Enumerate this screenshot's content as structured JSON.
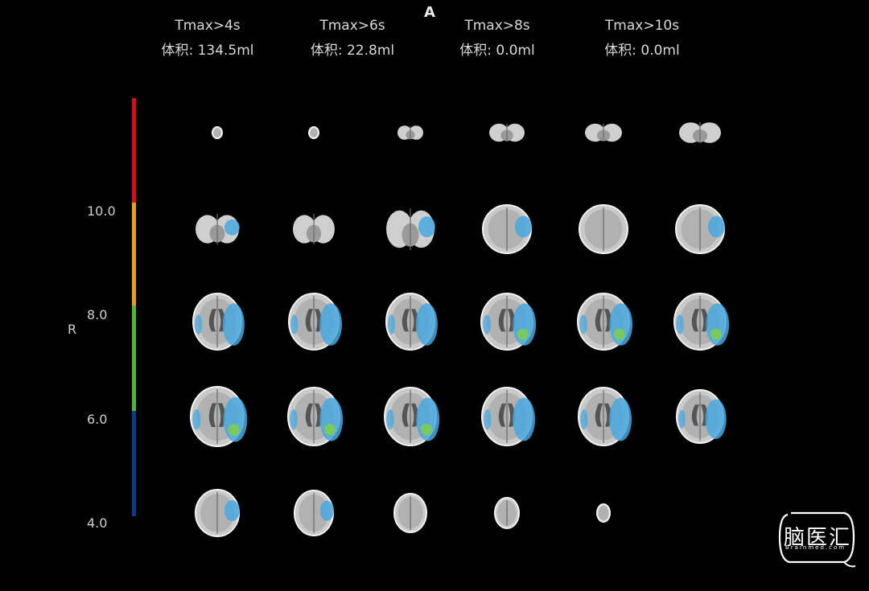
{
  "header": {
    "orientation_label": "A",
    "thresholds": [
      {
        "label": "Tmax>4s",
        "volume": "体积: 134.5ml"
      },
      {
        "label": "Tmax>6s",
        "volume": "体积: 22.8ml"
      },
      {
        "label": "Tmax>8s",
        "volume": "体积: 0.0ml"
      },
      {
        "label": "Tmax>10s",
        "volume": "体积: 0.0ml"
      }
    ]
  },
  "color_scale": {
    "ticks": [
      "10.0",
      "8.0",
      "6.0",
      "4.0"
    ],
    "segments": [
      {
        "color": "#d60f18"
      },
      {
        "color": "#e5a01c"
      },
      {
        "color": "#51b43a"
      },
      {
        "color": "#0e3a86"
      }
    ]
  },
  "side_label": "R",
  "slices": {
    "rows": 5,
    "columns": 6,
    "perfusion_colors": {
      "mild": "#4aa8df",
      "moderate": "#7fcf4a"
    }
  },
  "logo": {
    "text": "脑医汇",
    "subtext": "Brainmed.com"
  }
}
